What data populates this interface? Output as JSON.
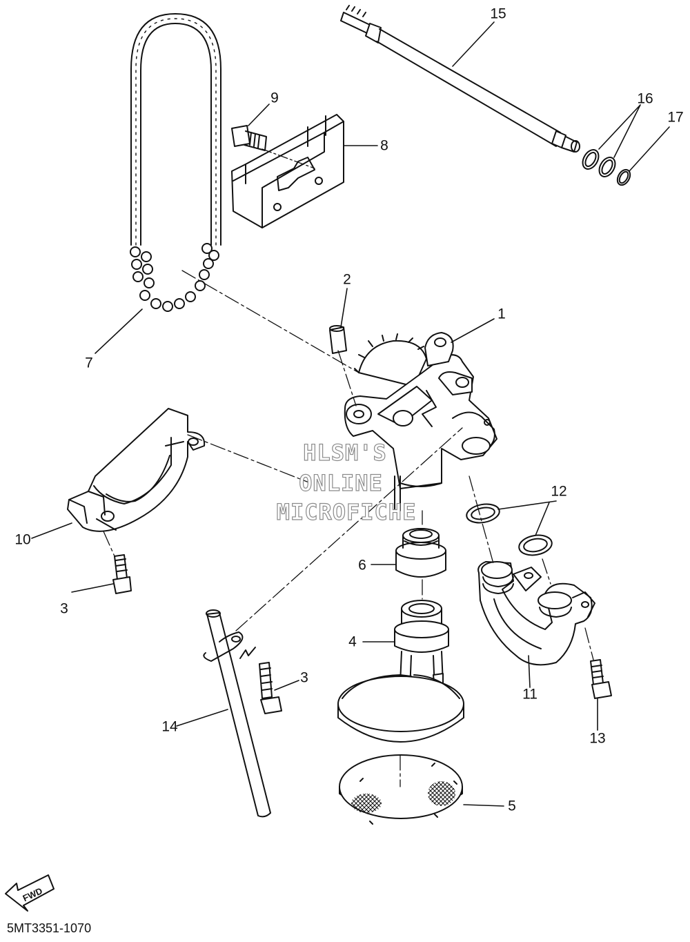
{
  "callouts": [
    {
      "key": "1",
      "label": "1"
    },
    {
      "key": "2",
      "label": "2"
    },
    {
      "key": "3a",
      "label": "3"
    },
    {
      "key": "3b",
      "label": "3"
    },
    {
      "key": "4",
      "label": "4"
    },
    {
      "key": "5",
      "label": "5"
    },
    {
      "key": "6",
      "label": "6"
    },
    {
      "key": "7",
      "label": "7"
    },
    {
      "key": "8",
      "label": "8"
    },
    {
      "key": "9",
      "label": "9"
    },
    {
      "key": "10",
      "label": "10"
    },
    {
      "key": "11",
      "label": "11"
    },
    {
      "key": "12",
      "label": "12"
    },
    {
      "key": "13",
      "label": "13"
    },
    {
      "key": "14",
      "label": "14"
    },
    {
      "key": "15",
      "label": "15"
    },
    {
      "key": "16",
      "label": "16"
    },
    {
      "key": "17",
      "label": "17"
    }
  ],
  "watermark": {
    "line1": "HLSM'S",
    "line2": "ONLINE",
    "line3": "MICROFICHE"
  },
  "fwd_label": "FWD",
  "figure_code": "5MT3351-1070"
}
